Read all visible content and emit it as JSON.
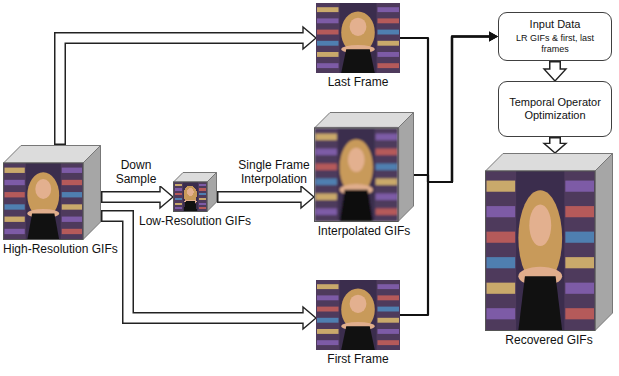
{
  "diagram": {
    "nodes": [
      {
        "text": [
          "High-Resolution GIFs"
        ]
      },
      {
        "text": [
          "Low-Resolution GIFs"
        ]
      },
      {
        "text": [
          "Last Frame"
        ]
      },
      {
        "text": [
          "Interpolated GIFs"
        ]
      },
      {
        "text": [
          "First Frame"
        ]
      },
      {
        "text": [
          "Input Data",
          "LR GIFs & first, last frames"
        ]
      },
      {
        "text": [
          "Temporal Operator Optimization"
        ]
      },
      {
        "text": [
          "Recovered GIFs"
        ]
      }
    ],
    "edges": [
      {
        "from": 0,
        "to": 1,
        "label": "Down Sample",
        "arrow": "to"
      },
      {
        "from": 1,
        "to": 3,
        "label": "Single Frame Interpolation",
        "arrow": "to"
      },
      {
        "from": 0,
        "to": 2,
        "arrow": "to"
      },
      {
        "from": 0,
        "to": 4,
        "arrow": "to"
      },
      {
        "from": 2,
        "to": 5,
        "arrow": "to"
      },
      {
        "from": 3,
        "to": 5,
        "arrow": "to"
      },
      {
        "from": 4,
        "to": 5,
        "arrow": "to"
      },
      {
        "from": 5,
        "to": 6,
        "arrow": "to"
      },
      {
        "from": 6,
        "to": 7,
        "arrow": "to"
      }
    ]
  }
}
